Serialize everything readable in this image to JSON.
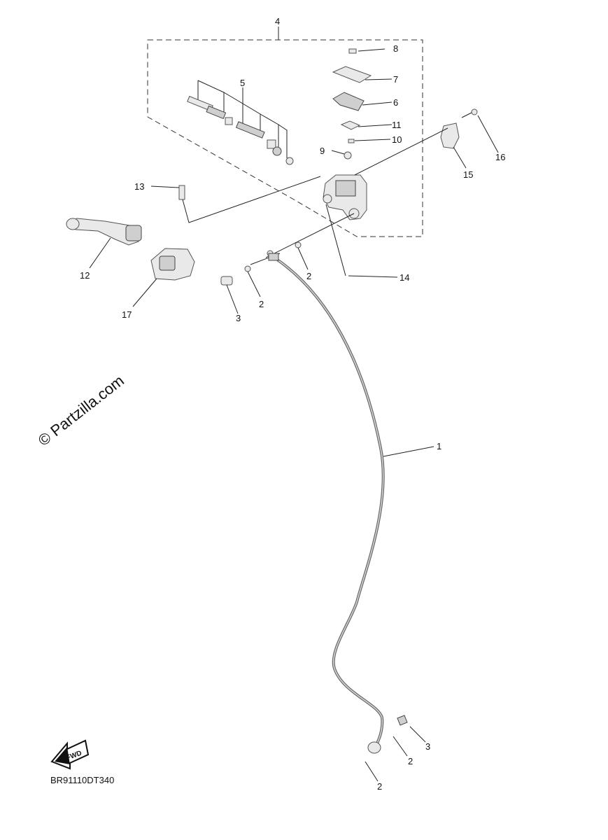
{
  "watermark": "© Partzilla.com",
  "diagram_code": "BR91110DT340",
  "fwd_badge": "FWD",
  "callouts": {
    "c1": "1",
    "c2a": "2",
    "c2b": "2",
    "c2c": "2",
    "c2d": "2",
    "c3a": "3",
    "c3b": "3",
    "c4": "4",
    "c5": "5",
    "c6": "6",
    "c7": "7",
    "c8": "8",
    "c9": "9",
    "c10": "10",
    "c11": "11",
    "c12": "12",
    "c13": "13",
    "c14": "14",
    "c15": "15",
    "c16": "16",
    "c17": "17"
  }
}
